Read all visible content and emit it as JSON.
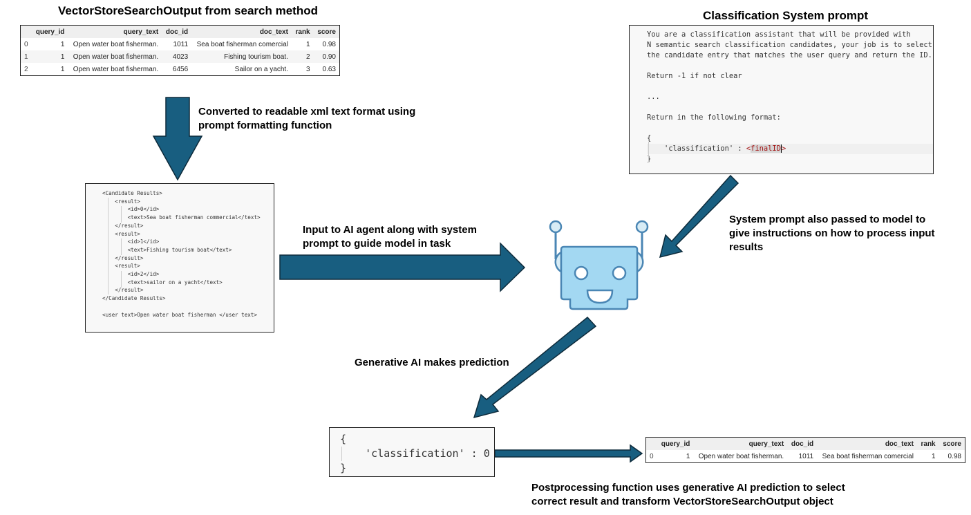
{
  "headings": {
    "search_output": "VectorStoreSearchOutput from search method",
    "system_prompt": "Classification System prompt"
  },
  "search_table": {
    "columns": [
      "",
      "query_id",
      "query_text",
      "doc_id",
      "doc_text",
      "rank",
      "score"
    ],
    "rows": [
      [
        "0",
        "1",
        "Open water boat fisherman.",
        "1011",
        "Sea boat fisherman comercial",
        "1",
        "0.98"
      ],
      [
        "1",
        "1",
        "Open water boat fisherman.",
        "4023",
        "Fishing tourism boat.",
        "2",
        "0.90"
      ],
      [
        "2",
        "1",
        "Open water boat fisherman.",
        "6456",
        "Sailor on a yacht.",
        "3",
        "0.63"
      ]
    ]
  },
  "captions": {
    "converted": [
      "Converted to readable xml text format using",
      "prompt formatting function"
    ],
    "input_to_agent": [
      "Input to AI agent along with system",
      "prompt to guide model in task"
    ],
    "system_prompt_passed": [
      "System prompt also passed to model to",
      "give instructions on how to process input",
      "results"
    ],
    "generative_prediction": "Generative AI makes prediction",
    "postprocessing": [
      "Postprocessing function uses generative AI prediction to select",
      "correct result and transform VectorStoreSearchOutput object"
    ]
  },
  "xml_prompt": {
    "lines": [
      "<Candidate Results>",
      "    <result>",
      "        <id>0</id>",
      "        <text>Sea boat fisherman commercial</text>",
      "    </result>",
      "    <result>",
      "        <id>1</id>",
      "        <text>Fishing tourism boat</text>",
      "    </result>",
      "    <result>",
      "        <id>2</id>",
      "        <text>sailor on a yacht</text>",
      "    </result>",
      "</Candidate Results>",
      "",
      "<user text>Open water boat fisherman </user text>"
    ]
  },
  "system_prompt": {
    "lines": [
      "You are a classification assistant that will be provided with",
      "N semantic search classification candidates, your job is to select",
      "the candidate entry that matches the user query and return the ID.",
      "",
      "Return -1 if not clear",
      "",
      "...",
      "",
      "Return in the following format:",
      "",
      "{"
    ],
    "classification_key": "    'classification' : ",
    "placeholder_open": "<",
    "placeholder_name": "finalID",
    "placeholder_close": ">",
    "closing_brace": "}"
  },
  "prediction": {
    "open": "{",
    "body": "    'classification' : 0",
    "close": "}"
  },
  "result_table": {
    "columns": [
      "",
      "query_id",
      "query_text",
      "doc_id",
      "doc_text",
      "rank",
      "score"
    ],
    "rows": [
      [
        "0",
        "1",
        "Open water boat fisherman.",
        "1011",
        "Sea boat fisherman comercial",
        "1",
        "0.98"
      ]
    ]
  },
  "colors": {
    "arrow_fill": "#185e80",
    "arrow_stroke": "#0d2a3a",
    "robot_fill": "#a3d8f2",
    "robot_stroke": "#4a86b4",
    "robot_light": "#d8ecf5"
  }
}
